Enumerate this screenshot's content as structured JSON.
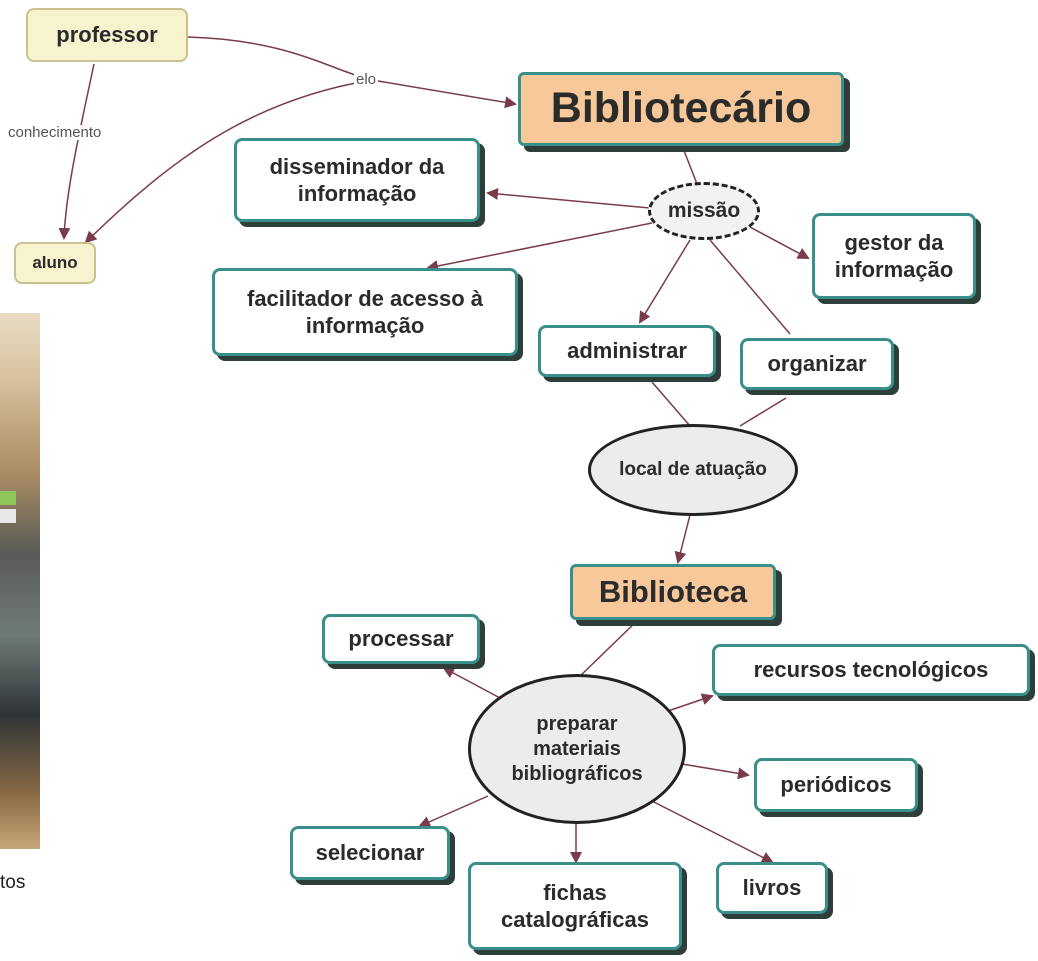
{
  "nodes": {
    "professor": "professor",
    "aluno": "aluno",
    "bibliotecario": "Bibliotecário",
    "disseminador": "disseminador da informação",
    "missao": "missão",
    "gestor": "gestor da informação",
    "facilitador": "facilitador de acesso à informação",
    "administrar": "administrar",
    "organizar": "organizar",
    "local": "local de atuação",
    "biblioteca": "Biblioteca",
    "processar": "processar",
    "preparar": "preparar materiais bibliográficos",
    "recursos": "recursos tecnológicos",
    "periodicos": "periódicos",
    "selecionar": "selecionar",
    "fichas": "fichas catalográficas",
    "livros": "livros"
  },
  "edge_labels": {
    "elo": "elo",
    "conhecimento": "conhecimento"
  },
  "caption_fragment": "tos",
  "colors": {
    "link": "#7a3b4a",
    "node_border": "#3a8f8a",
    "highlight_fill": "#f7c89a",
    "note_fill": "#f7f3cf"
  }
}
